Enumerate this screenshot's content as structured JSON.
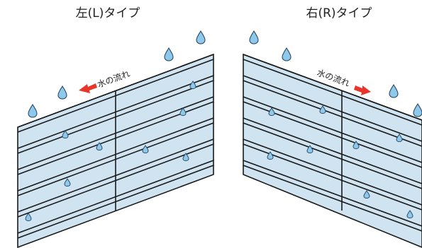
{
  "left_panel": {
    "title": "左(L)タイプ",
    "flow_label": "水の流れ"
  },
  "right_panel": {
    "title": "右(R)タイプ",
    "flow_label": "水の流れ"
  },
  "colors": {
    "panel_fill": "#cfe3f0",
    "stroke": "#1a1a1a",
    "drop": "#8ec8ea",
    "drop_stroke": "#2a4a66",
    "arrow": "#e8352a"
  },
  "icons": [
    "water-drop-icon",
    "arrow-left-icon",
    "arrow-right-icon"
  ]
}
